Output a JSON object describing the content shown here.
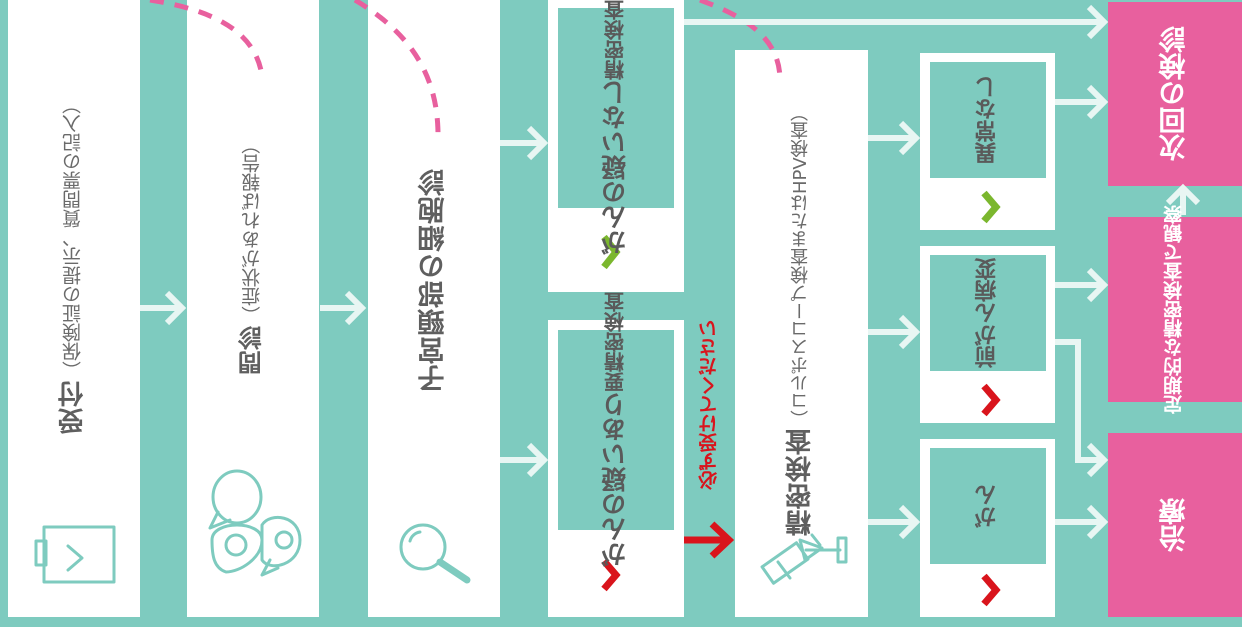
{
  "steps": {
    "reception": {
      "title": "受付",
      "note": "（保険証の提示、質問票の記入）"
    },
    "interview": {
      "title": "問診",
      "note": "（症状があれば報告）"
    },
    "cytology": {
      "title": "子宮頸部の細胞診"
    }
  },
  "results": {
    "no_suspicion": {
      "title": "がんの疑いなし",
      "sub": "精密検査不要"
    },
    "suspicion": {
      "title": "がんの疑いあり",
      "sub": "要精密検査"
    },
    "must_take": "必ず受けてください"
  },
  "detail_exam": {
    "title": "精密検査",
    "note": "（コルポスコープ検査または",
    "note_hpv": "HPV検査）"
  },
  "outcomes": {
    "normal": "異常なし",
    "precancer": [
      "前がん",
      "病変"
    ],
    "cancer": "がん"
  },
  "destinations": {
    "next": "次回の検診",
    "observe": [
      "定期的な",
      "精密検査で観察"
    ],
    "treatment": "治療"
  },
  "colors": {
    "teal": "#7ecbbf",
    "pink": "#e8609e",
    "red": "#d9141c",
    "green": "#7bb72e",
    "white": "#ffffff",
    "text": "#5f5f5f"
  },
  "icons": [
    "clipboard-icon",
    "conversation-icon",
    "magnifier-icon",
    "colposcope-icon"
  ]
}
